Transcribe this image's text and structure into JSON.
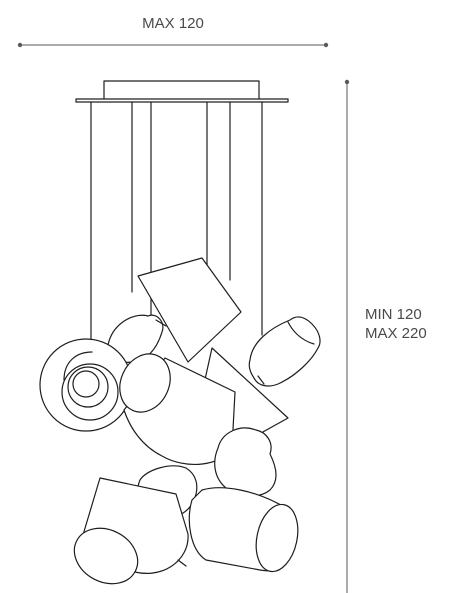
{
  "dimensions": {
    "width_label": "MAX 120",
    "height_min_label": "MIN 120",
    "height_max_label": "MAX 220"
  },
  "colors": {
    "line": "#1e1e1e",
    "dimension_line": "#5a5a5a",
    "text": "#4a4a4a",
    "background": "#ffffff"
  }
}
